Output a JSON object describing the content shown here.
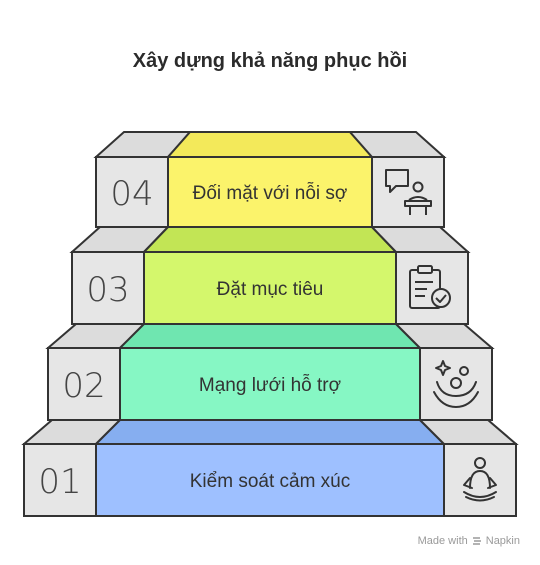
{
  "title": "Xây dựng khả năng phục hồi",
  "steps": [
    {
      "number": "01",
      "label": "Kiểm soát cảm xúc",
      "color": "#9ec0ff",
      "icon": "meditation-icon"
    },
    {
      "number": "02",
      "label": "Mạng lưới hỗ trợ",
      "color": "#86f7c4",
      "icon": "support-network-icon"
    },
    {
      "number": "03",
      "label": "Đặt mục tiêu",
      "color": "#d4f76c",
      "icon": "clipboard-check-icon"
    },
    {
      "number": "04",
      "label": "Đối mặt với nỗi sợ",
      "color": "#fbf36b",
      "icon": "speech-podium-icon"
    }
  ],
  "footer": {
    "made_with": "Made with",
    "brand": "Napkin"
  }
}
